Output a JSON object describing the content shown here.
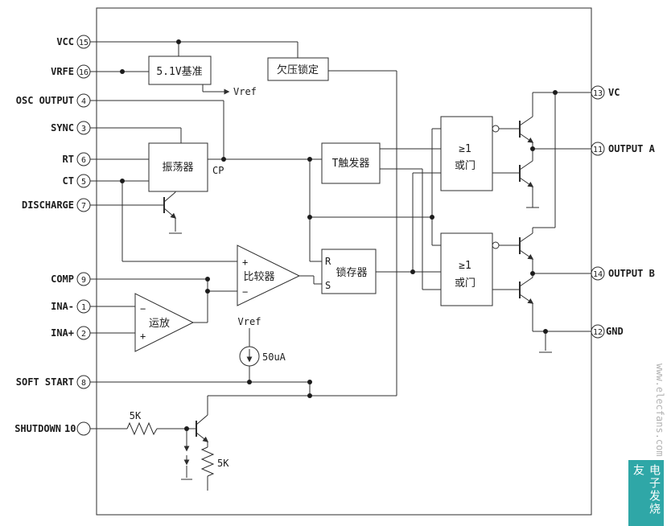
{
  "diagram": {
    "left_pins": [
      {
        "num": "15",
        "label": "VCC"
      },
      {
        "num": "16",
        "label": "VRFE"
      },
      {
        "num": "4",
        "label": "OSC OUTPUT"
      },
      {
        "num": "3",
        "label": "SYNC"
      },
      {
        "num": "6",
        "label": "RT"
      },
      {
        "num": "5",
        "label": "CT"
      },
      {
        "num": "7",
        "label": "DISCHARGE"
      },
      {
        "num": "9",
        "label": "COMP"
      },
      {
        "num": "1",
        "label": "INA-"
      },
      {
        "num": "2",
        "label": "INA+"
      },
      {
        "num": "8",
        "label": "SOFT START"
      },
      {
        "num": "10",
        "label": "SHUTDOWN"
      }
    ],
    "right_pins": [
      {
        "num": "13",
        "label": "VC"
      },
      {
        "num": "11",
        "label": "OUTPUT A"
      },
      {
        "num": "14",
        "label": "OUTPUT B"
      },
      {
        "num": "12",
        "label": "GND"
      }
    ],
    "blocks": {
      "reference": "5.1V基准",
      "uvlo": "欠压锁定",
      "oscillator": "振荡器",
      "t_flipflop": "T触发器",
      "latch": "锁存器",
      "latch_r": "R",
      "latch_s": "S",
      "or_symbol": "≥1",
      "or_label": "或门",
      "comparator": "比较器",
      "opamp": "运放"
    },
    "labels": {
      "cp": "CP",
      "vref_arrow": "Vref",
      "vref_source": "Vref",
      "current_source": "50uA",
      "resistor_series": "5K",
      "resistor_shunt": "5K"
    },
    "watermarks": {
      "site": "www.elecfans.com",
      "brand": "电子发烧友"
    }
  }
}
